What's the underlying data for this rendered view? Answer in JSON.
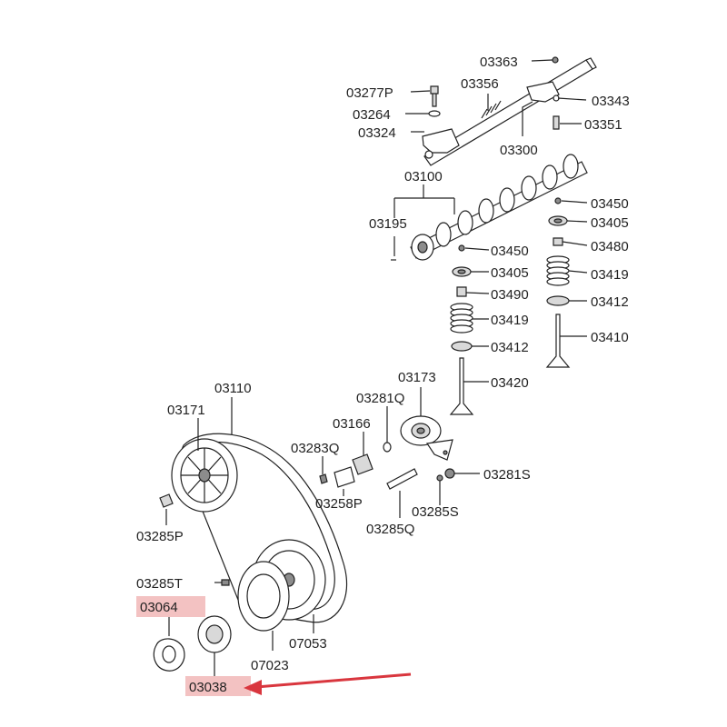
{
  "labels": {
    "p03363": "03363",
    "p03277P": "03277P",
    "p03356": "03356",
    "p03343": "03343",
    "p03264": "03264",
    "p03351": "03351",
    "p03324": "03324",
    "p03300": "03300",
    "p03100": "03100",
    "p03450_a": "03450",
    "p03195": "03195",
    "p03405_a": "03405",
    "p03450_b": "03450",
    "p03480": "03480",
    "p03405_b": "03405",
    "p03419_a": "03419",
    "p03490": "03490",
    "p03412_a": "03412",
    "p03419_b": "03419",
    "p03410": "03410",
    "p03412_b": "03412",
    "p03420": "03420",
    "p03110": "03110",
    "p03173": "03173",
    "p03171": "03171",
    "p03281Q": "03281Q",
    "p03166": "03166",
    "p03283Q": "03283Q",
    "p03281S": "03281S",
    "p03258P": "03258P",
    "p03285S": "03285S",
    "p03285P": "03285P",
    "p03285Q": "03285Q",
    "p03285T": "03285T",
    "p03064": "03064",
    "p07053": "07053",
    "p07023": "07023",
    "p03038": "03038"
  },
  "colors": {
    "highlight": "#f3c2c2",
    "arrow": "#d9363e",
    "ink": "#222222"
  }
}
